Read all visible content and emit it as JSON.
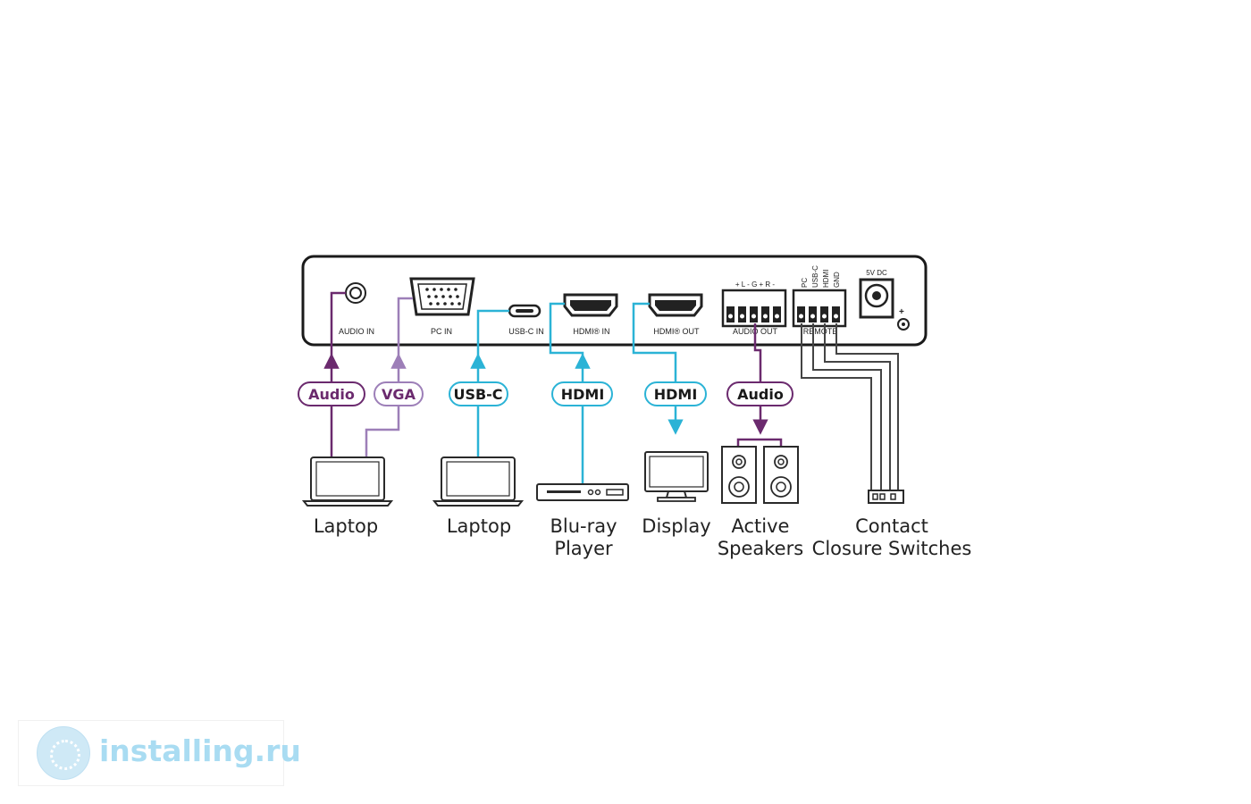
{
  "panel": {
    "audio_in": "AUDIO IN",
    "pc_in": "PC IN",
    "usbc_in": "USB-C IN",
    "hdmi_in": "HDMI® IN",
    "hdmi_out": "HDMI® OUT",
    "audio_out": "AUDIO OUT",
    "remote": "REMOTE",
    "power": "5V DC",
    "audio_pins": "+ L -   G   + R -",
    "remote_pins": [
      "PC",
      "USB-C",
      "HDMI",
      "GND"
    ]
  },
  "cables": {
    "audio_in": "Audio",
    "vga": "VGA",
    "usbc": "USB-C",
    "hdmi_in": "HDMI",
    "hdmi_out": "HDMI",
    "audio_out": "Audio"
  },
  "devices": {
    "laptop1": "Laptop",
    "laptop2": "Laptop",
    "bluray": [
      "Blu-ray",
      "Player"
    ],
    "display": "Display",
    "speakers": [
      "Active",
      "Speakers"
    ],
    "switches": [
      "Contact",
      "Closure Switches"
    ]
  },
  "colors": {
    "audio": "#6b2a6e",
    "vga": "#9d7fb8",
    "video": "#2bb3d6",
    "device": "#2a2a2a"
  },
  "watermark": "installing.ru"
}
